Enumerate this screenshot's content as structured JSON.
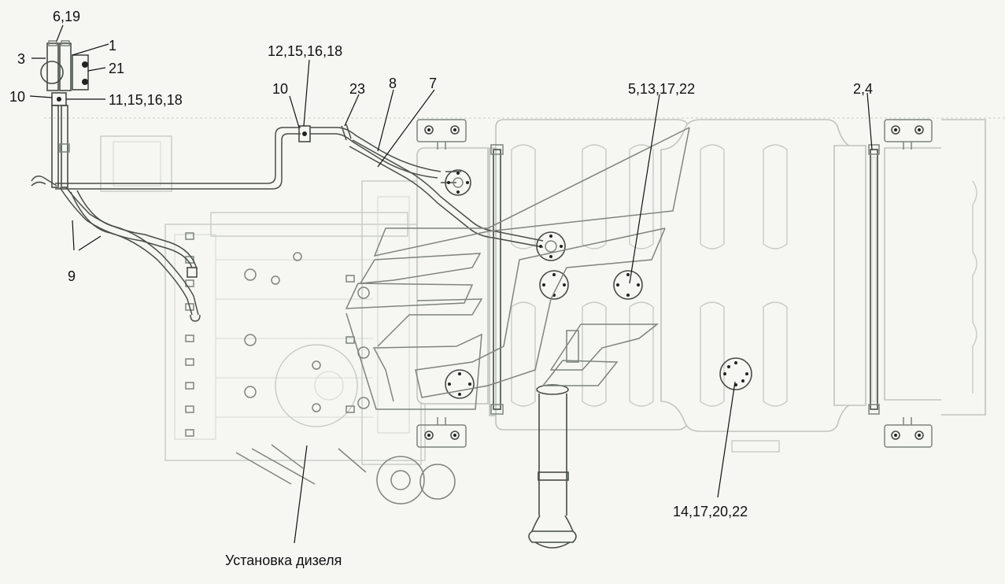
{
  "diagram": {
    "callouts": [
      "6,19",
      "1",
      "3",
      "21",
      "10",
      "11,15,16,18",
      "12,15,16,18",
      "10",
      "23",
      "8",
      "7",
      "5,13,17,22",
      "2,4",
      "9",
      "14,17,20,22"
    ],
    "engine_label": "Установка дизеля"
  },
  "colors": {
    "background": "#f6f7f3",
    "outline": "#c0c4bc",
    "linework": "#474b45",
    "label": "#111111"
  }
}
